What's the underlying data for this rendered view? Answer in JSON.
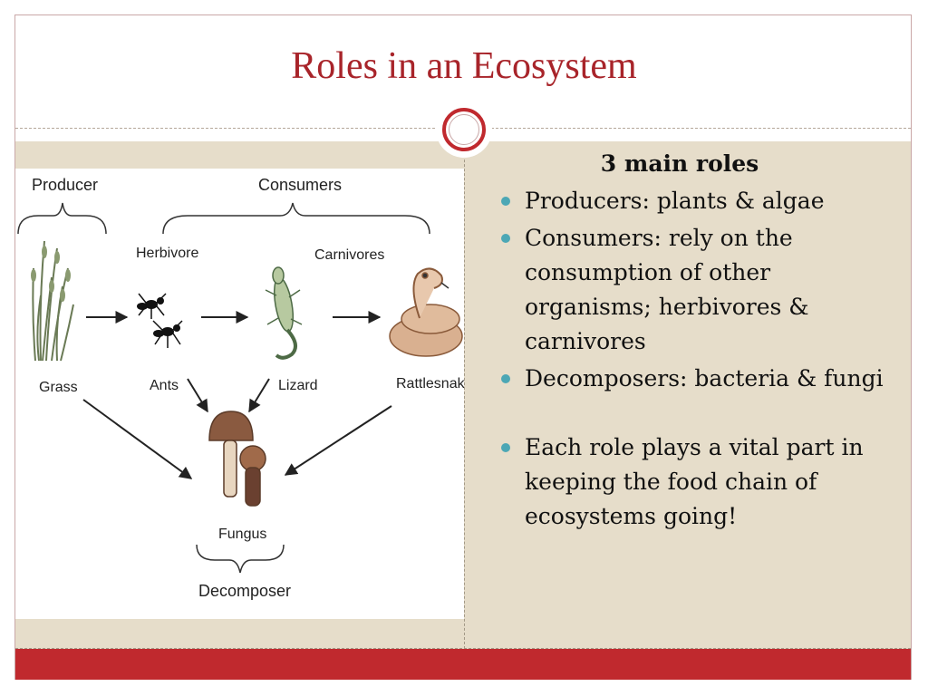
{
  "title": "Roles in an Ecosystem",
  "diagram": {
    "producer_label": "Producer",
    "consumers_label": "Consumers",
    "herbivore_label": "Herbivore",
    "carnivores_label": "Carnivores",
    "grass_label": "Grass",
    "ants_label": "Ants",
    "lizard_label": "Lizard",
    "rattlesnake_label": "Rattlesnake",
    "fungus_label": "Fungus",
    "decomposer_label": "Decomposer"
  },
  "content": {
    "heading": "3 main roles",
    "bullets": [
      "Producers: plants & algae",
      "Consumers: rely on the consumption of other organisms; herbivores & carnivores",
      "Decomposers: bacteria & fungi",
      "Each role plays a vital part in keeping the food chain of ecosystems going!"
    ]
  },
  "colors": {
    "title": "#a8242a",
    "band": "#c0292e",
    "background": "#e6ddca",
    "bullet": "#4ca7b5"
  }
}
